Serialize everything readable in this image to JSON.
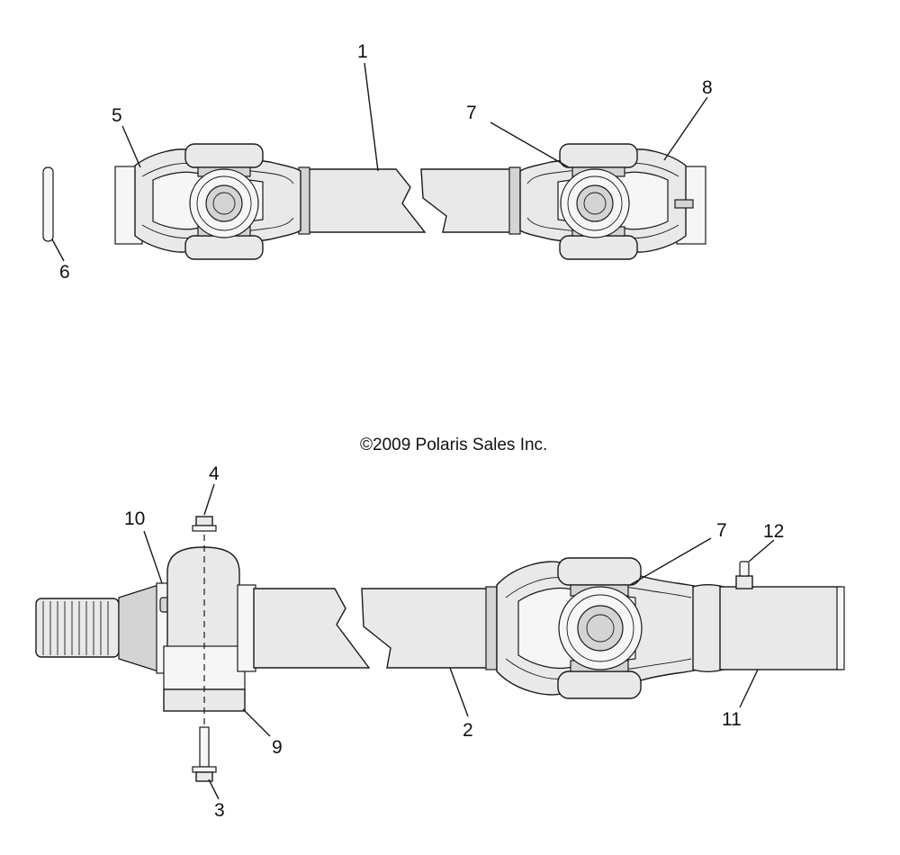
{
  "copyright": "©2009 Polaris Sales Inc.",
  "callouts": {
    "c1": "1",
    "c2": "2",
    "c3": "3",
    "c4": "4",
    "c5": "5",
    "c6": "6",
    "c7_top": "7",
    "c7_bottom": "7",
    "c8": "8",
    "c9": "9",
    "c10": "10",
    "c11": "11",
    "c12": "12"
  }
}
